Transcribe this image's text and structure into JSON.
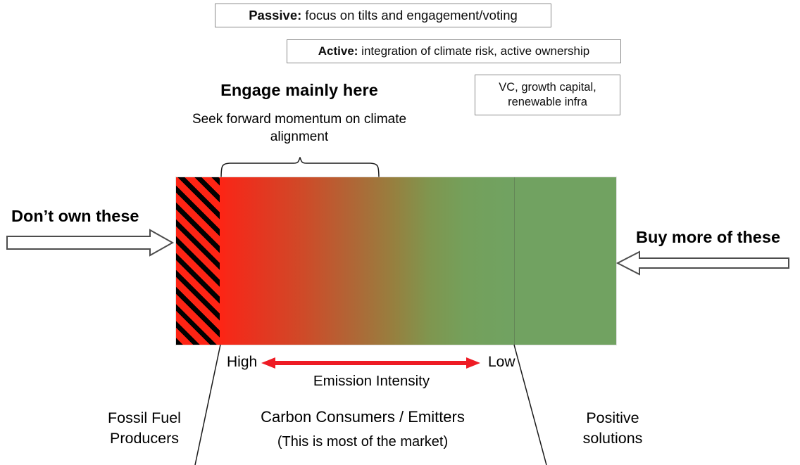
{
  "callouts": {
    "passive": {
      "lead": "Passive:",
      "rest": " focus on tilts and engagement/voting"
    },
    "active": {
      "lead": "Active:",
      "rest": " integration of climate risk, active ownership"
    },
    "vc": {
      "line1": "VC, growth capital,",
      "line2": "renewable infra"
    }
  },
  "engage": {
    "title": "Engage mainly here",
    "subtitle": "Seek forward momentum on climate alignment"
  },
  "sides": {
    "left_label": "Don’t own these",
    "right_label": "Buy more of these"
  },
  "axis": {
    "high": "High",
    "low": "Low",
    "caption": "Emission Intensity",
    "arrow_color": "#ee1b24"
  },
  "bottom": {
    "fossil": "Fossil Fuel Producers",
    "carbon_title": "Carbon Consumers / Emitters",
    "carbon_sub": "(This is most of the market)",
    "positive": "Positive solutions"
  },
  "bar": {
    "hatch_fill": "#fe2414",
    "hatch_stripe": "#000000",
    "red_end": "#fe2414",
    "green_end": "#71a261"
  }
}
